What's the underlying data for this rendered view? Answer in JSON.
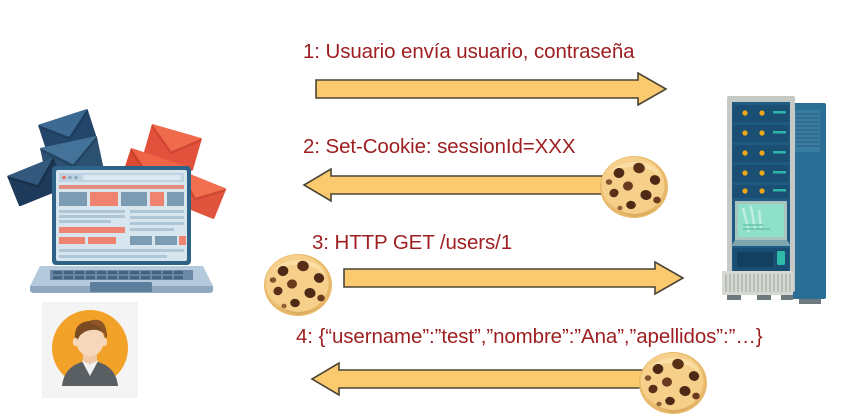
{
  "diagram": {
    "title": "HTTP session cookie sequence diagram",
    "background_color": "#ffffff",
    "label_color": "#9E1F21",
    "arrow_fill": "#FBC96E",
    "arrow_stroke": "#3F3F2E"
  },
  "actors": {
    "client": {
      "name": "laptop-with-envelopes",
      "avatar_name": "user-avatar-woman",
      "avatar_circle_color": "#F2A229",
      "avatar_bg_color": "#F4F4F4"
    },
    "server": {
      "name": "server-rack",
      "body_color": "#1E5A82",
      "led_color": "#F0A818",
      "screen_color": "#8FE0C8"
    }
  },
  "messages": [
    {
      "index": "1",
      "label": "1: Usuario envía usuario, contraseña",
      "direction": "right",
      "cookie": "none",
      "cookie_position": ""
    },
    {
      "index": "2",
      "label": "2: Set-Cookie: sessionId=XXX",
      "direction": "left",
      "cookie": "cookie-icon",
      "cookie_position": "right"
    },
    {
      "index": "3",
      "label": "3: HTTP GET /users/1",
      "direction": "right",
      "cookie": "cookie-icon",
      "cookie_position": "left"
    },
    {
      "index": "4",
      "label": "4: {“username”:”test”,”nombre”:”Ana”,”apellidos”:”…}",
      "direction": "left",
      "cookie": "cookie-icon",
      "cookie_position": "right"
    }
  ]
}
